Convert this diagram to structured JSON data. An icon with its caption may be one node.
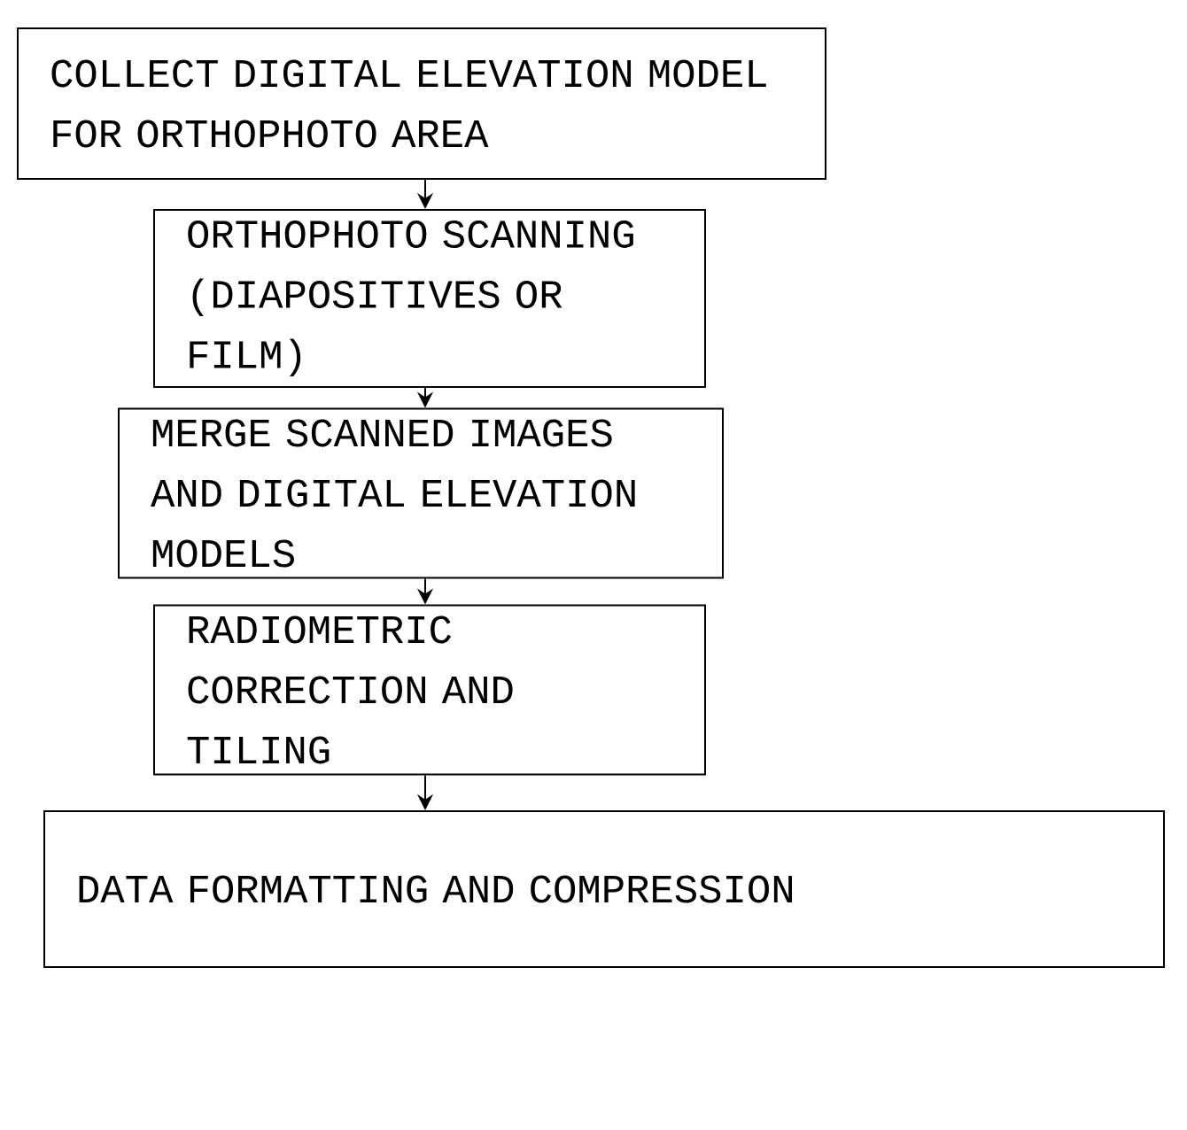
{
  "diagram": {
    "nodes": [
      {
        "text": [
          "COLLECT DIGITAL ELEVATION MODEL FOR ORTHOPHOTO AREA"
        ]
      },
      {
        "text": [
          "ORTHOPHOTO SCANNING (DIAPOSITIVES OR FILM)"
        ]
      },
      {
        "text": [
          "MERGE SCANNED IMAGES AND DIGITAL ELEVATION MODELS"
        ]
      },
      {
        "text": [
          "RADIOMETRIC CORRECTION AND TILING"
        ]
      },
      {
        "text": [
          "DATA FORMATTING AND COMPRESSION"
        ]
      }
    ],
    "edges": [
      {
        "from": 0,
        "to": 1,
        "arrow": "to"
      },
      {
        "from": 1,
        "to": 2,
        "arrow": "to"
      },
      {
        "from": 2,
        "to": 3,
        "arrow": "to"
      },
      {
        "from": 3,
        "to": 4,
        "arrow": "to"
      }
    ]
  }
}
